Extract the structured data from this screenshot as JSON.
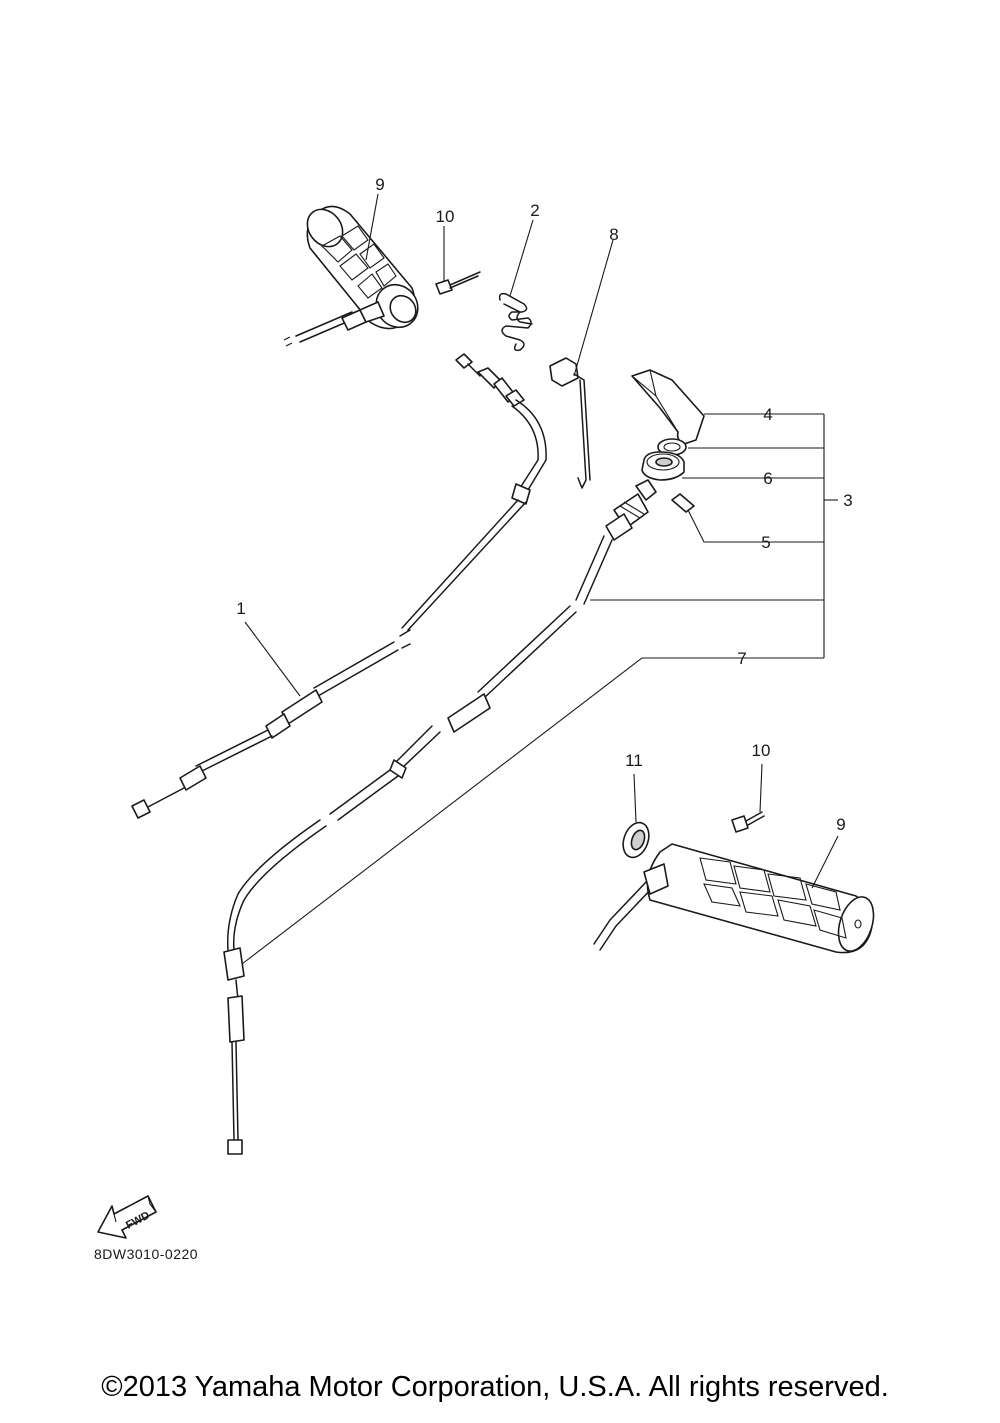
{
  "callouts": {
    "c1": "1",
    "c2": "2",
    "c3": "3",
    "c4": "4",
    "c5": "5",
    "c6": "6",
    "c7": "7",
    "c8": "8",
    "c9_top": "9",
    "c9_bottom": "9",
    "c10_top": "10",
    "c10_bottom": "10",
    "c11": "11"
  },
  "fwd_label": "FWD",
  "diagram_code": "8DW3010-0220",
  "copyright": "©2013 Yamaha Motor Corporation, U.S.A. All rights reserved."
}
